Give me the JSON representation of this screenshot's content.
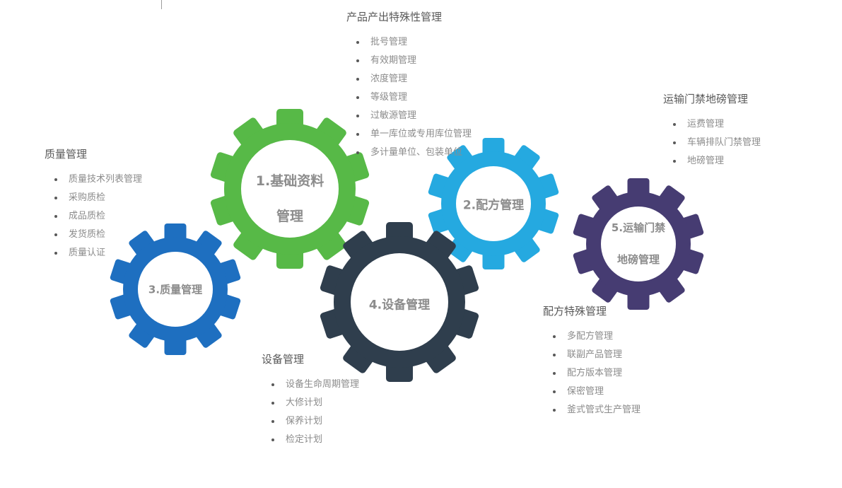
{
  "gears": [
    {
      "name": "basic-data-management",
      "color": "#57B947",
      "line1": "1.基础资料",
      "line2": "管理"
    },
    {
      "name": "formula-management",
      "color": "#25A9E0",
      "line1": "2.配方管理",
      "line2": ""
    },
    {
      "name": "quality-management",
      "color": "#1E6FC0",
      "line1": "3.质量管理",
      "line2": ""
    },
    {
      "name": "equipment-management",
      "color": "#2F3E4D",
      "line1": "4.设备管理",
      "line2": ""
    },
    {
      "name": "transport-management",
      "color": "#463C72",
      "line1": "5.运输门禁",
      "line2": "地磅管理"
    }
  ],
  "lists": [
    {
      "title": "产品产出特殊性管理",
      "items": [
        "批号管理",
        "有效期管理",
        "浓度管理",
        "等级管理",
        "过敏源管理",
        "单一库位或专用库位管理",
        "多计量单位、包装单位"
      ]
    },
    {
      "title": "运输门禁地磅管理",
      "items": [
        "运费管理",
        "车辆排队门禁管理",
        "地磅管理"
      ]
    },
    {
      "title": "质量管理",
      "items": [
        "质量技术列表管理",
        "采购质检",
        "成品质检",
        "发货质检",
        "质量认证"
      ]
    },
    {
      "title": "设备管理",
      "items": [
        "设备生命周期管理",
        "大修计划",
        "保养计划",
        "检定计划"
      ]
    },
    {
      "title": "配方特殊管理",
      "items": [
        "多配方管理",
        "联副产品管理",
        "配方版本管理",
        "保密管理",
        "釜式管式生产管理"
      ]
    }
  ]
}
